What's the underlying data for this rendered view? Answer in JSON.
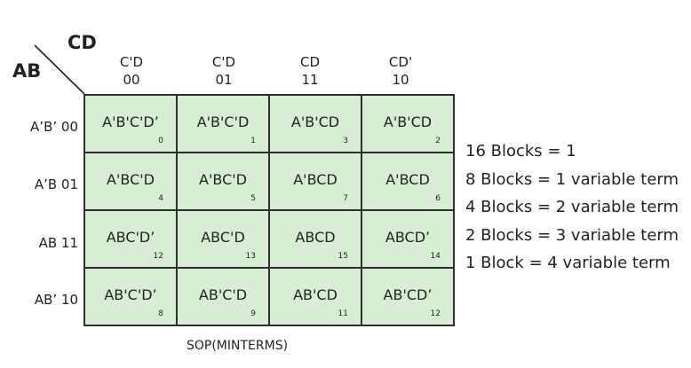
{
  "corner": {
    "col_vars": "CD",
    "row_vars": "AB"
  },
  "columns": [
    {
      "term": "C'D",
      "code": "00"
    },
    {
      "term": "C'D",
      "code": "01"
    },
    {
      "term": "CD",
      "code": "11"
    },
    {
      "term": "CD'",
      "code": "10"
    }
  ],
  "rows": [
    {
      "label": "A’B’  00"
    },
    {
      "label": "A’B  01"
    },
    {
      "label": "AB  11"
    },
    {
      "label": "AB’ 10"
    }
  ],
  "cells": [
    [
      {
        "term": "A'B'C'D’",
        "index": "0"
      },
      {
        "term": "A'B'C'D",
        "index": "1"
      },
      {
        "term": "A'B'CD",
        "index": "3"
      },
      {
        "term": "A'B'CD",
        "index": "2"
      }
    ],
    [
      {
        "term": "A'BC'D",
        "index": "4"
      },
      {
        "term": "A'BC'D",
        "index": "5"
      },
      {
        "term": "A'BCD",
        "index": "7"
      },
      {
        "term": "A'BCD",
        "index": "6"
      }
    ],
    [
      {
        "term": "ABC'D’",
        "index": "12"
      },
      {
        "term": "ABC'D",
        "index": "13"
      },
      {
        "term": "ABCD",
        "index": "15"
      },
      {
        "term": "ABCD’",
        "index": "14"
      }
    ],
    [
      {
        "term": "AB'C'D’",
        "index": "8"
      },
      {
        "term": "AB'C'D",
        "index": "9"
      },
      {
        "term": "AB'CD",
        "index": "11"
      },
      {
        "term": "AB'CD’",
        "index": "12"
      }
    ]
  ],
  "caption": "SOP(MINTERMS)",
  "legend": [
    "16 Blocks = 1",
    "8 Blocks = 1 variable term",
    "4 Blocks = 2 variable term",
    "2 Blocks = 3 variable term",
    "1 Block = 4 variable term"
  ]
}
